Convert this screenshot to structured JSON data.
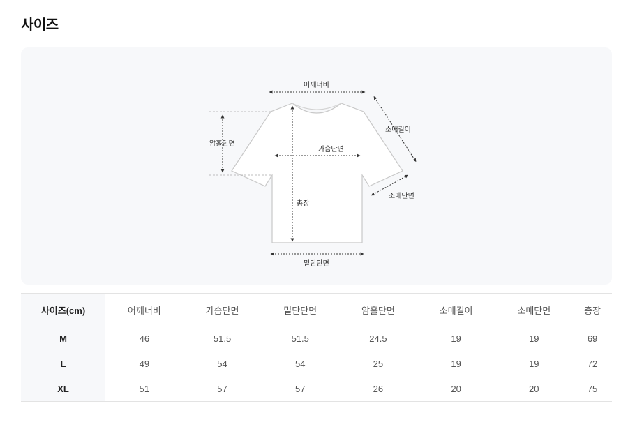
{
  "section_title": "사이즈",
  "diagram": {
    "labels": {
      "shoulder": "어깨너비",
      "sleeve_length": "소매길이",
      "armhole": "암홀단면",
      "chest": "가슴단면",
      "sleeve_opening": "소매단면",
      "total_length": "총장",
      "hem": "밑단단면"
    }
  },
  "size_table": {
    "header": [
      "사이즈(cm)",
      "어깨너비",
      "가슴단면",
      "밑단단면",
      "암홀단면",
      "소매길이",
      "소매단면",
      "총장"
    ],
    "rows": [
      [
        "M",
        "46",
        "51.5",
        "51.5",
        "24.5",
        "19",
        "19",
        "69"
      ],
      [
        "L",
        "49",
        "54",
        "54",
        "25",
        "19",
        "19",
        "72"
      ],
      [
        "XL",
        "51",
        "57",
        "57",
        "26",
        "20",
        "20",
        "75"
      ]
    ]
  }
}
